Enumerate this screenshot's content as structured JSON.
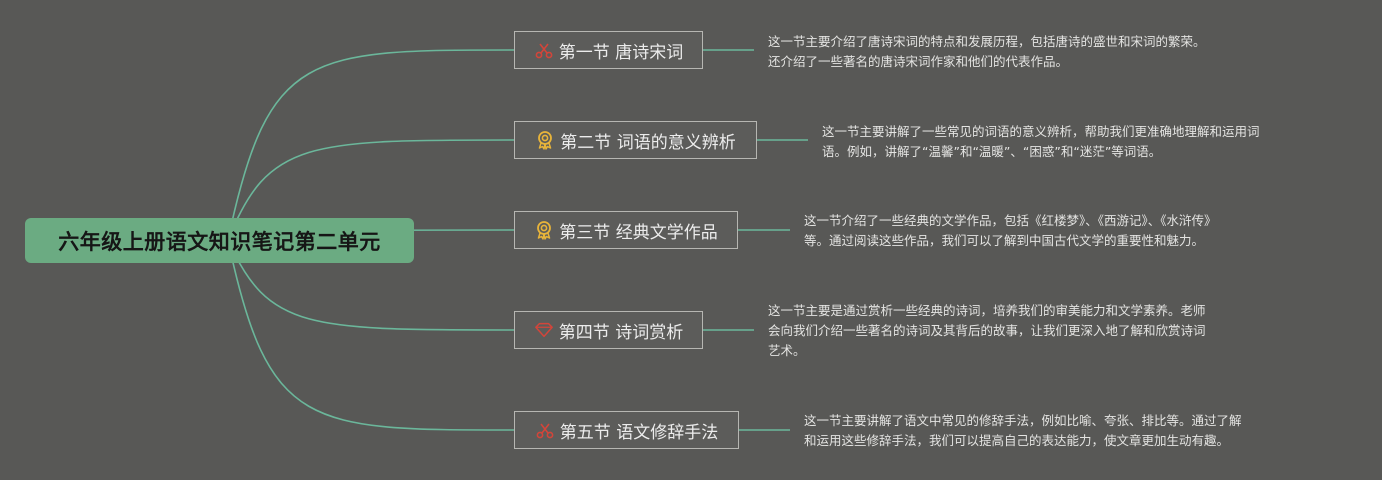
{
  "root": {
    "title": "六年级上册语文知识笔记第二单元"
  },
  "topics": [
    {
      "label": "第一节 唐诗宋词",
      "icon": "scissors-icon",
      "note": [
        "这一节主要介绍了唐诗宋词的特点和发展历程，包括唐诗的盛世和宋词的繁荣。",
        "还介绍了一些著名的唐诗宋词作家和他们的代表作品。"
      ]
    },
    {
      "label": "第二节 词语的意义辨析",
      "icon": "award-icon",
      "note": [
        "这一节主要讲解了一些常见的词语的意义辨析，帮助我们更准确地理解和运用词",
        "语。例如，讲解了“温馨”和“温暖”、“困惑”和“迷茫”等词语。"
      ]
    },
    {
      "label": "第三节 经典文学作品",
      "icon": "award-icon",
      "note": [
        "这一节介绍了一些经典的文学作品，包括《红楼梦》、《西游记》、《水浒传》",
        "等。通过阅读这些作品，我们可以了解到中国古代文学的重要性和魅力。"
      ]
    },
    {
      "label": "第四节 诗词赏析",
      "icon": "gem-icon",
      "note": [
        "这一节主要是通过赏析一些经典的诗词，培养我们的审美能力和文学素养。老师",
        "会向我们介绍一些著名的诗词及其背后的故事，让我们更深入地了解和欣赏诗词",
        "艺术。"
      ]
    },
    {
      "label": "第五节 语文修辞手法",
      "icon": "scissors-icon",
      "note": [
        "这一节主要讲解了语文中常见的修辞手法，例如比喻、夸张、排比等。通过了解",
        "和运用这些修辞手法，我们可以提高自己的表达能力，使文章更加生动有趣。"
      ]
    }
  ],
  "colors": {
    "background": "#585856",
    "root": "#6bab82",
    "edge": "#6bb79b",
    "scissors": "#d3453a",
    "award": "#e8b43a",
    "gem": "#d3453a"
  }
}
